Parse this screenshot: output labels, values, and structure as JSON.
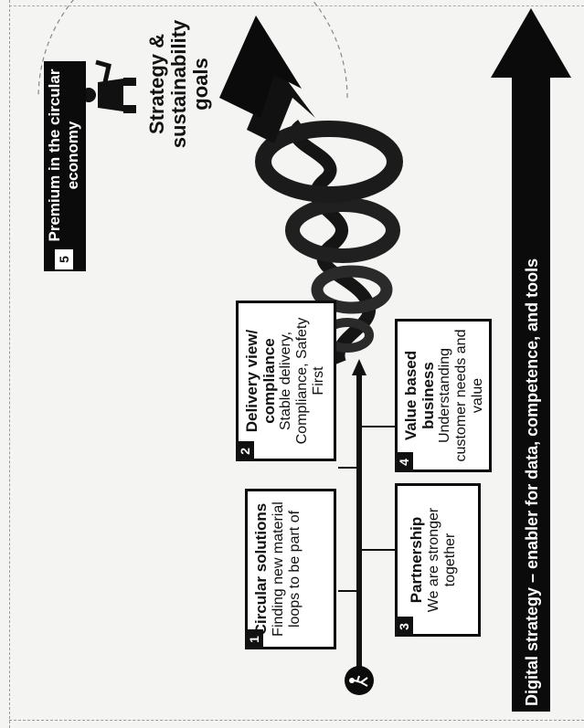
{
  "boxes": [
    {
      "num": "1",
      "title": "Circular solutions",
      "body": "Finding new material loops to be part of"
    },
    {
      "num": "2",
      "title": "Delivery view/ compliance",
      "body": "Stable delivery, Compliance, Safety First"
    },
    {
      "num": "3",
      "title": "Partnership",
      "body": "We are stronger together"
    },
    {
      "num": "4",
      "title": "Value based business",
      "body": "Understanding customer needs and value"
    },
    {
      "num": "5",
      "title": "Premium in the circular economy",
      "body": ""
    }
  ],
  "goal": {
    "title": "Strategy & sustainability goals"
  },
  "bottom_banner": "Digital strategy – enabler for data, competence, and tools",
  "colors": {
    "ink": "#0b0b0b",
    "paper": "#f4f4f2"
  },
  "icons": [
    "walking-person-icon",
    "person-at-goal-icon",
    "spiral-arrow-icon"
  ]
}
